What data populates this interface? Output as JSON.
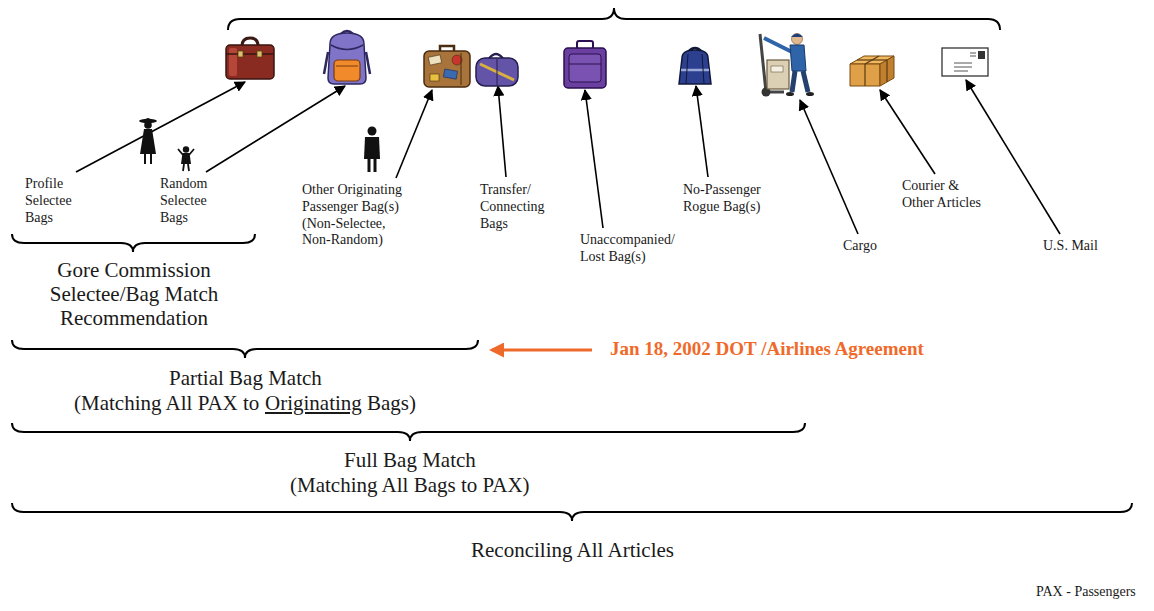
{
  "diagram": {
    "labels": [
      "Profile Selectee Bags",
      "Random Selectee Bags",
      "Other Originating Passenger Bag(s) (Non-Selectee, Non-Random)",
      "Transfer/ Connecting Bags",
      "Unaccompanied/ Lost Bag(s)",
      "No-Passenger Rogue Bag(s)",
      "Cargo",
      "Courier & Other Articles",
      "U.S. Mail",
      "Gore Commission Selectee/Bag Match Recommendation",
      "Jan 18, 2002 DOT /Airlines Agreement",
      "Partial Bag Match",
      "(Matching All PAX to",
      "Originating",
      "Bags)",
      "Full Bag Match",
      "(Matching All Bags to PAX)",
      "Reconciling All Articles",
      "PAX - Passengers"
    ]
  }
}
